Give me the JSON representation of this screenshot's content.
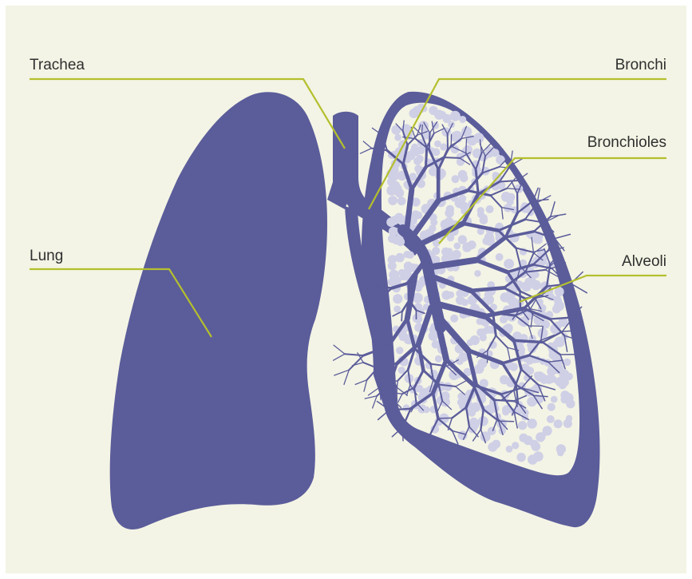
{
  "diagram": {
    "labels": {
      "trachea": "Trachea",
      "bronchi": "Bronchi",
      "bronchioles": "Bronchioles",
      "lung": "Lung",
      "alveoli": "Alveoli"
    }
  },
  "colors": {
    "background": "#f3f4e5",
    "lung_fill": "#5b5c9a",
    "alveoli_fill": "#cfcfe6",
    "leader_line": "#b4bf2d",
    "label_text": "#2f2f2f",
    "frame_border": "#ffffff"
  }
}
